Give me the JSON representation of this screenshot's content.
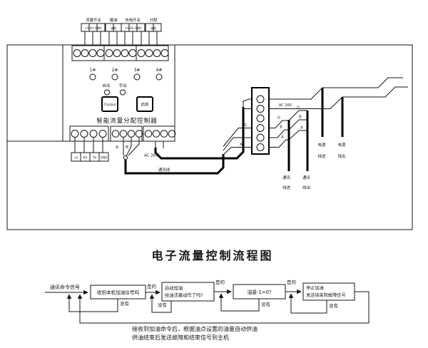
{
  "wiring": {
    "top_blocks": [
      {
        "label": "流量开关",
        "cells": "+5 K1 GND"
      },
      {
        "label": "输油",
        "cells": "油机"
      },
      {
        "label": "充电开关",
        "cells": "+5 K2 GND"
      },
      {
        "label": "分配",
        "cells": "油机"
      }
    ],
    "controller": {
      "channels": [
        "1#",
        "2#",
        "3#",
        "4#"
      ],
      "mode_auto": "自动",
      "mode_manual": "手动",
      "button_mode": "手动/自动",
      "button_start": "启停",
      "name": "智能流量分配控制器"
    },
    "labels": {
      "comm_cells": [
        "+5",
        "RX",
        "TX",
        "GND"
      ],
      "wire_a": "A",
      "wire_b": "B",
      "ac_controller": "AC 26V",
      "ac_strip": "AC 26V",
      "comm_line": "通讯线",
      "strip_left": [
        "G",
        "B",
        "A"
      ],
      "strip_right": [
        "G",
        "B",
        "A"
      ],
      "strip_right2": [
        "G",
        "B",
        "A"
      ],
      "power_in": [
        "电源",
        "线进"
      ],
      "power_out": [
        "电源",
        "线出"
      ],
      "comm_in": [
        "通讯",
        "线进"
      ],
      "comm_out": [
        "通讯",
        "线出"
      ]
    }
  },
  "flowchart": {
    "title": "电子流量控制流程图",
    "start_label": "通讯命令信号",
    "yes": "是的",
    "no": "没有",
    "box1": "收到本机加油信号吗",
    "box2_line1": "启动加油",
    "box2_line2": "给油活塞动作了吗?",
    "box3": "油量-1=0?",
    "box4_line1": "停止加油",
    "box4_line2": "发送结束和故障信号",
    "note1": "接收到加油命令后，根据油点设置的油量自动供油",
    "note2": "供油结束后发送故障和结束信号到主机"
  }
}
